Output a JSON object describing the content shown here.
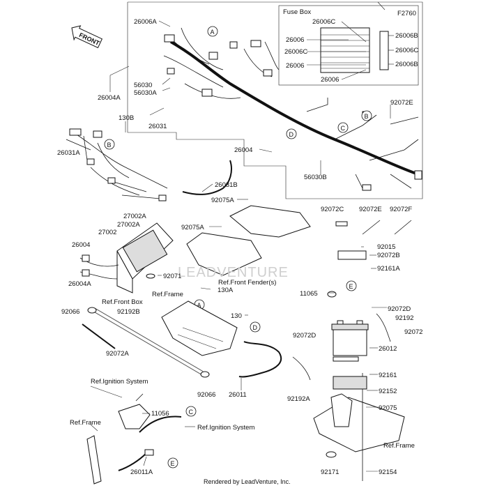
{
  "diagram_id": "F2760",
  "fuse_box": {
    "title": "Fuse Box",
    "left_labels": [
      "26006C",
      "26006",
      "26006C",
      "26006",
      "26006"
    ],
    "right_labels": [
      "26006B",
      "26006C",
      "26006B"
    ]
  },
  "front_marker": "FRONT",
  "callouts": [
    "A",
    "B",
    "C",
    "D",
    "E"
  ],
  "watermark": "LEADVENTURE",
  "footer": "Rendered by LeadVenture, Inc.",
  "labels": {
    "p26006A": "26006A",
    "p26004A_top": "26004A",
    "p56030": "56030",
    "p56030A": "56030A",
    "p130B": "130B",
    "p26031": "26031",
    "p26031A": "26031A",
    "p92072E_top": "92072E",
    "p26004": "26004",
    "p56030B": "56030B",
    "p26031B": "26031B",
    "p92075A_top": "92075A",
    "p92075A": "92075A",
    "p27002A_1": "27002A",
    "p27002A_2": "27002A",
    "p27002": "27002",
    "p26004_left": "26004",
    "p26004A_left": "26004A",
    "p92071": "92071",
    "ref_front_box": "Ref.Front Box",
    "ref_front_fender": "Ref.Front Fender(s)",
    "p92072C": "92072C",
    "p92072E": "92072E",
    "p92072F": "92072F",
    "p92015": "92015",
    "p92072B": "92072B",
    "p92161A": "92161A",
    "p11065": "11065",
    "p92072D_r": "92072D",
    "p92192": "92192",
    "p92072": "92072",
    "p26012": "26012",
    "p92072D": "92072D",
    "p92161": "92161",
    "p92152": "92152",
    "p92075": "92075",
    "ref_frame_r": "Ref.Frame",
    "p92171": "92171",
    "p92154": "92154",
    "p92066_l": "92066",
    "p92192B": "92192B",
    "ref_frame_mid": "Ref.Frame",
    "p130A": "130A",
    "p130": "130",
    "p92072A": "92072A",
    "p92066_b": "92066",
    "p26011": "26011",
    "p92192A": "92192A",
    "ref_ign_sys_1": "Ref.Ignition System",
    "p11056": "11056",
    "ref_frame_l": "Ref.Frame",
    "ref_ign_sys_2": "Ref.Ignition System",
    "p26011A": "26011A"
  }
}
